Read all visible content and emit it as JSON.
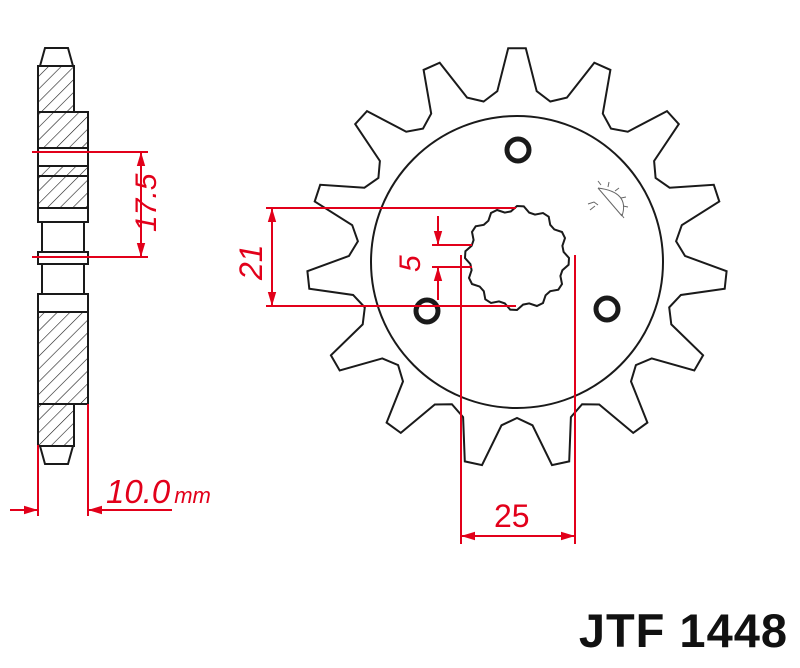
{
  "part_number": "JTF 1448",
  "colors": {
    "outline": "#1a1a1a",
    "dimension": "#e2001a",
    "background": "#ffffff"
  },
  "side_view": {
    "thickness_dim": "10.0",
    "thickness_unit": "mm",
    "offset_dim": "17.5"
  },
  "front_view": {
    "teeth": 15,
    "spline_height_dim": "21",
    "spline_width_dim": "5",
    "bore_dim": "25",
    "bolt_holes": 3
  }
}
